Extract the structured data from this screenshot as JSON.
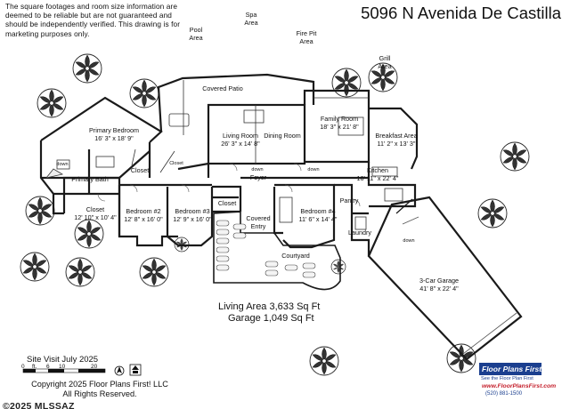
{
  "disclaimer": "The square footages and room size information are deemed to be reliable but are not guaranteed and should be independently verified. This drawing is for marketing purposes only.",
  "address": "5096 N Avenida De Castilla",
  "outdoor": {
    "pool": "Pool\nArea",
    "spa": "Spa\nArea",
    "fire_pit": "Fire Pit\nArea",
    "grill": "Grill\nArea",
    "covered_patio": "Covered Patio",
    "courtyard": "Courtyard"
  },
  "rooms": [
    {
      "name": "Primary Bedroom",
      "size": "16' 3\" x 18' 9\""
    },
    {
      "name": "Living Room",
      "size": "26' 3\" x 14' 8\""
    },
    {
      "name": "Dining Room",
      "size": ""
    },
    {
      "name": "Family Room",
      "size": "18' 3\" x 21' 8\""
    },
    {
      "name": "Breakfast Area",
      "size": "11' 2\" x 13' 3\""
    },
    {
      "name": "Kitchen",
      "size": "16' 11\" x 22' 4\""
    },
    {
      "name": "Primary Bath",
      "size": ""
    },
    {
      "name": "Closet",
      "size": ""
    },
    {
      "name": "Foyer",
      "size": ""
    },
    {
      "name": "Closet",
      "size": "12' 10\" x 10' 4\""
    },
    {
      "name": "Bedroom #2",
      "size": "12' 8\" x 16' 0\""
    },
    {
      "name": "Bedroom #3",
      "size": "12' 9\" x 16' 0\""
    },
    {
      "name": "Closet",
      "size": ""
    },
    {
      "name": "Covered\nEntry",
      "size": ""
    },
    {
      "name": "Bedroom #4",
      "size": "11' 6\" x 14' 4\""
    },
    {
      "name": "Pantry",
      "size": ""
    },
    {
      "name": "Laundry",
      "size": ""
    },
    {
      "name": "3-Car Garage",
      "size": "41' 8\" x 22' 4\""
    }
  ],
  "small_labels": {
    "down": "down",
    "closet": "Closet"
  },
  "areas": {
    "living": "Living Area 3,633 Sq Ft",
    "garage": "Garage 1,049 Sq Ft"
  },
  "site_visit": "Site Visit July 2025",
  "scale": {
    "zero": "0",
    "ft": "ft.",
    "six": "6",
    "ten": "10",
    "twenty": "20"
  },
  "copyright": "Copyright 2025 Floor Plans First! LLC\nAll Rights Reserved.",
  "mls": "©2025 MLSSAZ",
  "brand": {
    "name": "Floor Plans First!",
    "tagline": "See the Floor Plan First",
    "website": "www.FloorPlansFirst.com",
    "phone": "(520) 881-1500"
  },
  "colors": {
    "wall": "#1a1a1a",
    "brand_blue": "#1b3f8f",
    "brand_red": "#c41e2a",
    "tree": "#222222"
  }
}
